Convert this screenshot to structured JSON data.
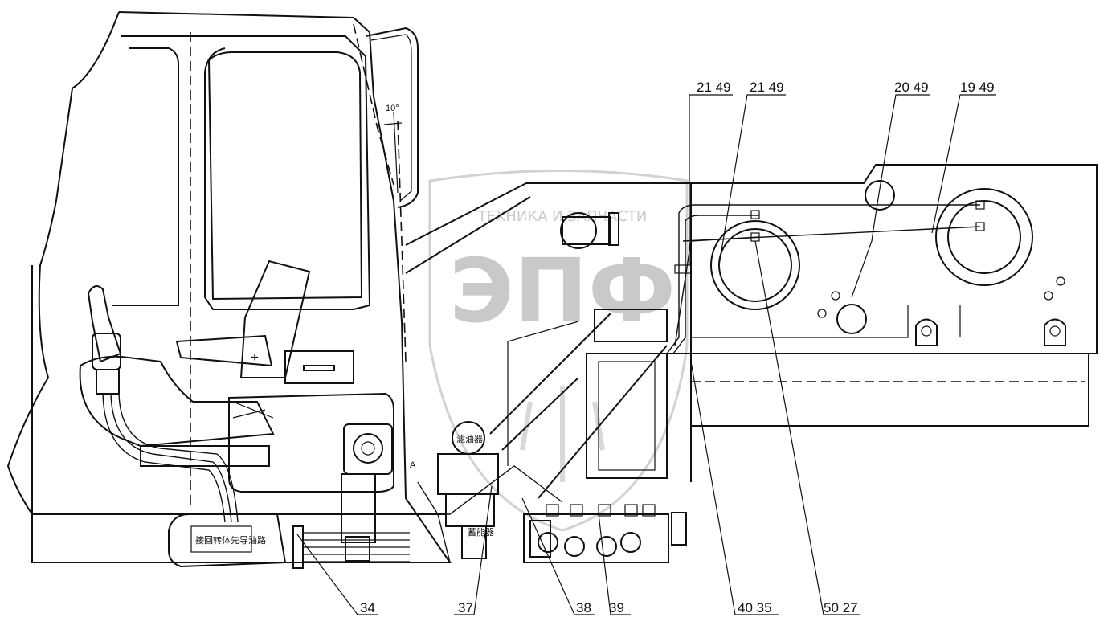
{
  "callouts": {
    "c2149a": "21 49",
    "c2149b": "21 49",
    "c2049": "20 49",
    "c1949": "19 49",
    "c34": "34",
    "c37": "37",
    "c38": "38",
    "c39": "39",
    "c4035": "40 35",
    "c5027": "50 27"
  },
  "annotations": {
    "angle": "10°",
    "mark_a": "A",
    "plate_text": "接回转体先导油路",
    "filter_label": "滤油器",
    "valve_label": "蓄能器"
  },
  "watermark": {
    "top_text": "ТЕХНИКА И ЗАПЧАСТИ",
    "main_text": "ЭПФ",
    "color": "#c9c9c9"
  },
  "colors": {
    "line": "#111111",
    "background": "#ffffff"
  }
}
